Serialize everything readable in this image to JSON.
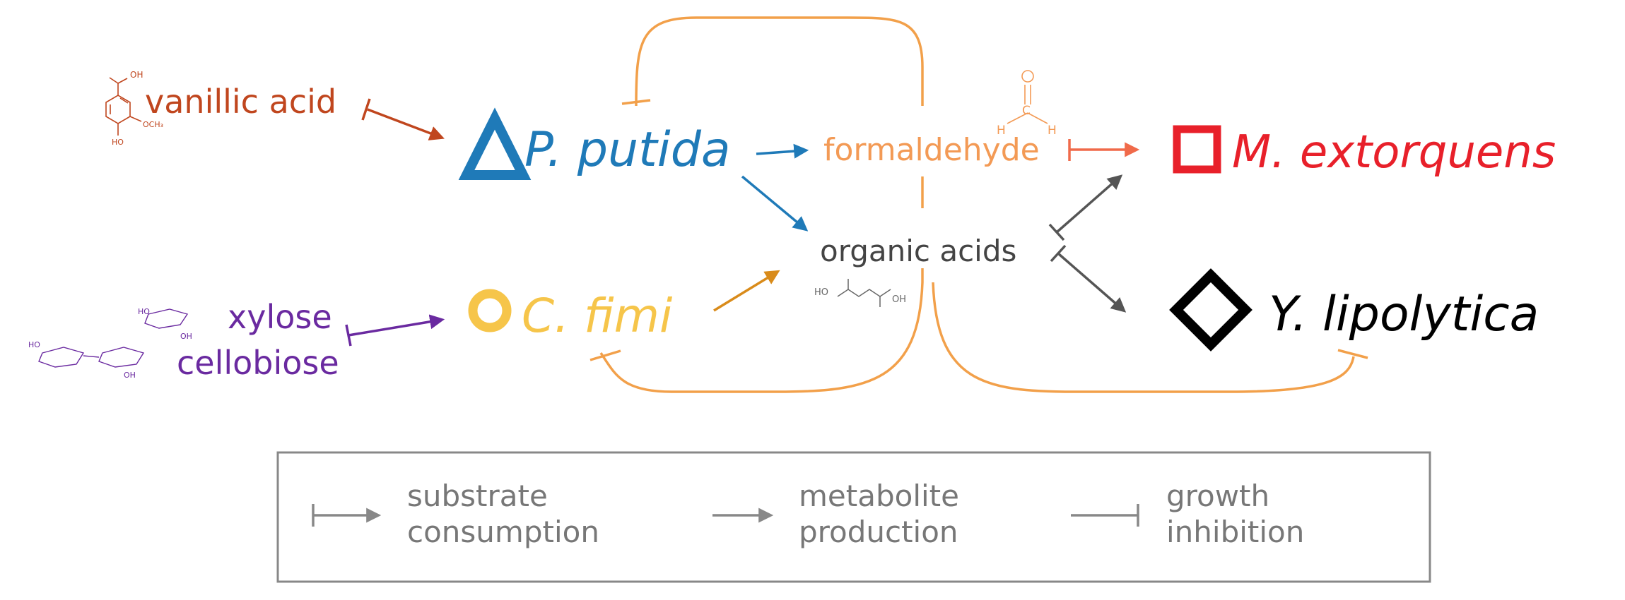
{
  "colors": {
    "vanillic": "#c0461e",
    "putida": "#1f7ab8",
    "formaldehyde": "#f39a55",
    "formaldehyde_arrow": "#f06a4a",
    "inhibition": "#f2a04a",
    "extorquens": "#e8202a",
    "fimi": "#f6c54a",
    "fimi_arrow": "#d98b1a",
    "xylose": "#6a2aa0",
    "organic": "#444444",
    "lipolytica": "#000000",
    "legend": "#777777"
  },
  "substrates": {
    "vanillic_acid": "vanillic acid",
    "xylose": "xylose",
    "cellobiose": "cellobiose"
  },
  "organisms": {
    "putida": "P. putida",
    "fimi": "C. fimi",
    "extorquens": "M. extorquens",
    "lipolytica": "Y. lipolytica"
  },
  "metabolites": {
    "formaldehyde": "formaldehyde",
    "organic_acids": "organic acids"
  },
  "structures": {
    "vanillic_cooh": "OH",
    "vanillic_och3": "OCH₃",
    "vanillic_ho": "HO",
    "formaldehyde_o": "O",
    "formaldehyde_h1": "H",
    "formaldehyde_h2": "H",
    "formaldehyde_c": "C",
    "succinic_ho": "HO",
    "succinic_oh": "OH",
    "sugar_ho1": "HO",
    "sugar_oh1": "OH",
    "sugar_ho2": "HO",
    "sugar_oh2": "OH"
  },
  "legend": {
    "substrate_line1": "substrate",
    "substrate_line2": "consumption",
    "metabolite_line1": "metabolite",
    "metabolite_line2": "production",
    "growth_line1": "growth",
    "growth_line2": "inhibition"
  }
}
